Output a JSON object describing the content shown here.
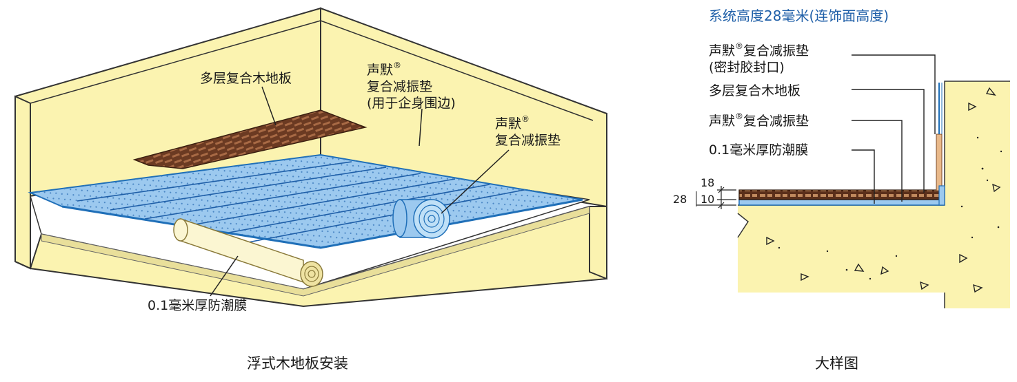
{
  "left": {
    "label_wood_floor": "多层复合木地板",
    "label_pad_edge_main": "声默",
    "label_pad_edge_reg": "®",
    "label_pad_edge_line2": "复合减振垫",
    "label_pad_edge_line3": "(用于企身围边)",
    "label_pad_roll_main": "声默",
    "label_pad_roll_reg": "®",
    "label_pad_roll_line2": "复合减振垫",
    "label_film": "0.1毫米厚防潮膜",
    "caption": "浮式木地板安装"
  },
  "right": {
    "title": "系统高度28毫米(连饰面高度)",
    "label_seal_main": "声默",
    "label_seal_reg": "®",
    "label_seal_rest": "复合减振垫",
    "label_seal_line2": "(密封胶封口)",
    "label_wood_floor": "多层复合木地板",
    "label_pad_main": "声默",
    "label_pad_reg": "®",
    "label_pad_rest": "复合减振垫",
    "label_film": "0.1毫米厚防潮膜",
    "dim_18": "18",
    "dim_28": "28",
    "dim_10": "10",
    "caption": "大样图"
  },
  "colors": {
    "concrete": "#fbf3b0",
    "pad_blue": "#9cc9ef",
    "pad_edge": "#1f6fb8",
    "wood": "#6b3a22",
    "title_blue": "#1f5fa8"
  }
}
